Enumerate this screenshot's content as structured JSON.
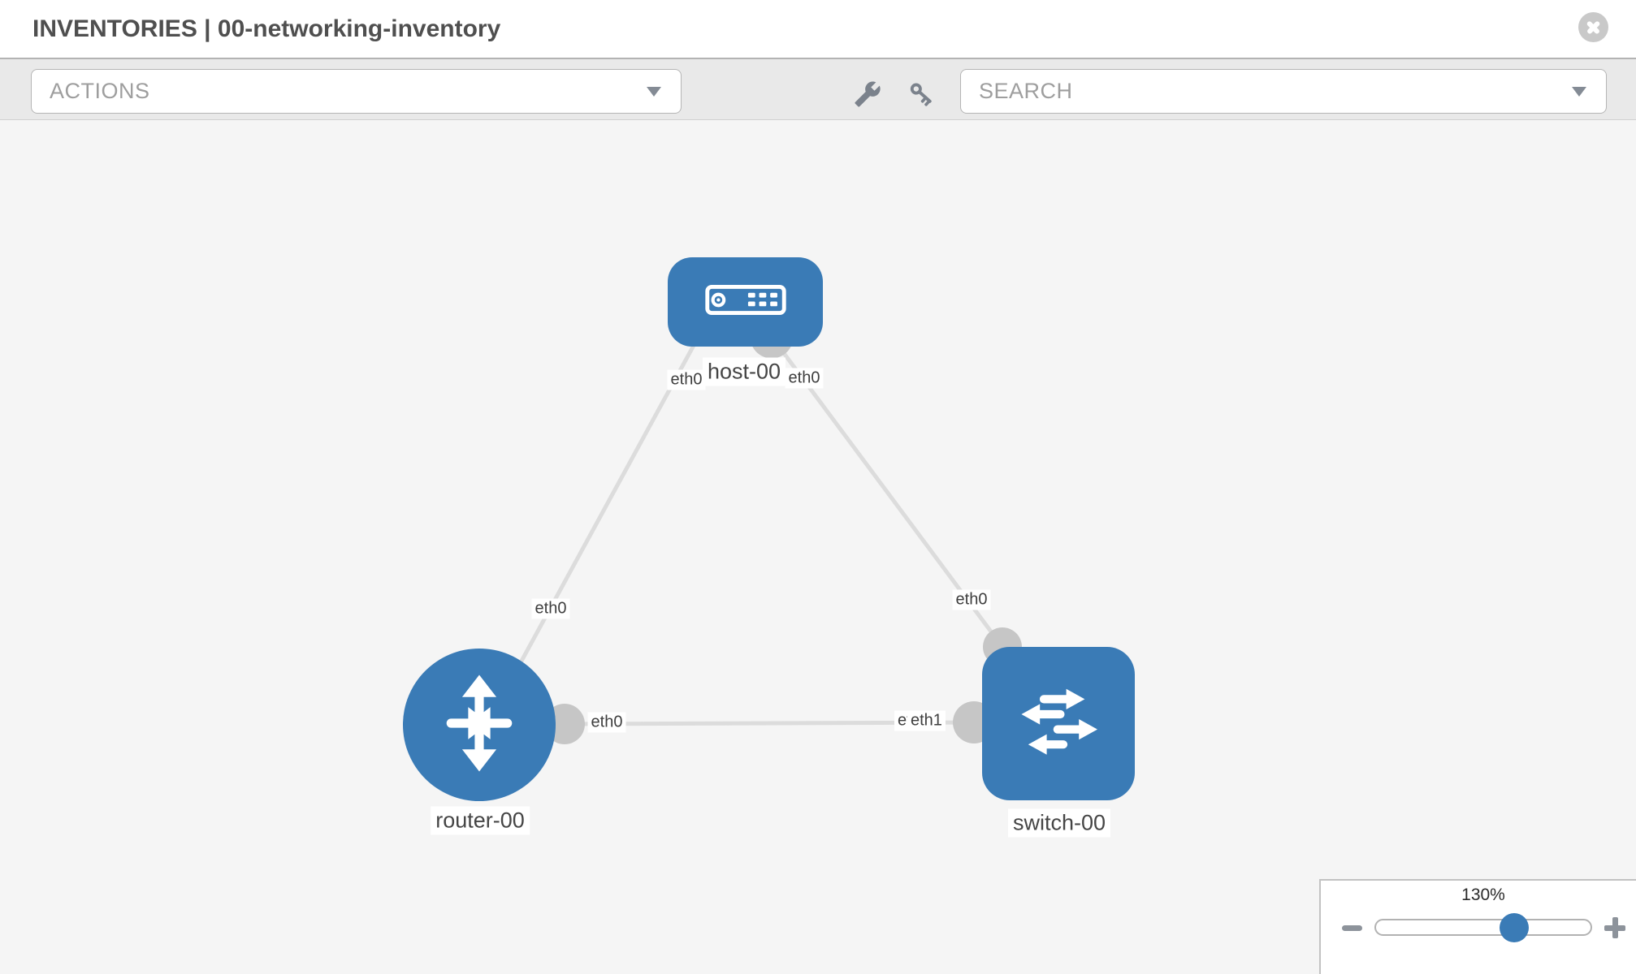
{
  "header": {
    "title": "INVENTORIES | 00-networking-inventory",
    "close_icon": "x-circle-icon"
  },
  "toolbar": {
    "actions_label": "ACTIONS",
    "search_label": "SEARCH",
    "tool_icons": [
      "wrench-icon",
      "key-icon"
    ]
  },
  "topology": {
    "nodes": [
      {
        "id": "host-00",
        "type": "host",
        "label": "host-00"
      },
      {
        "id": "router-00",
        "type": "router",
        "label": "router-00"
      },
      {
        "id": "switch-00",
        "type": "switch",
        "label": "switch-00"
      }
    ],
    "links": [
      {
        "from": "router-00",
        "to": "host-00",
        "from_interface": "eth0",
        "to_interface": "eth0"
      },
      {
        "from": "switch-00",
        "to": "host-00",
        "from_interface": "eth0",
        "to_interface": "eth0"
      },
      {
        "from": "router-00",
        "to": "switch-00",
        "from_interface": "eth0",
        "to_interface": "eth1",
        "overlapped_interface": "eth0"
      }
    ]
  },
  "zoom_control": {
    "level": "130%"
  },
  "colors": {
    "node_blue": "#3a7bb6",
    "link_gray": "#dcdcdc",
    "interface_dot_gray": "#c6c6c6",
    "canvas_bg": "#f5f5f5"
  }
}
